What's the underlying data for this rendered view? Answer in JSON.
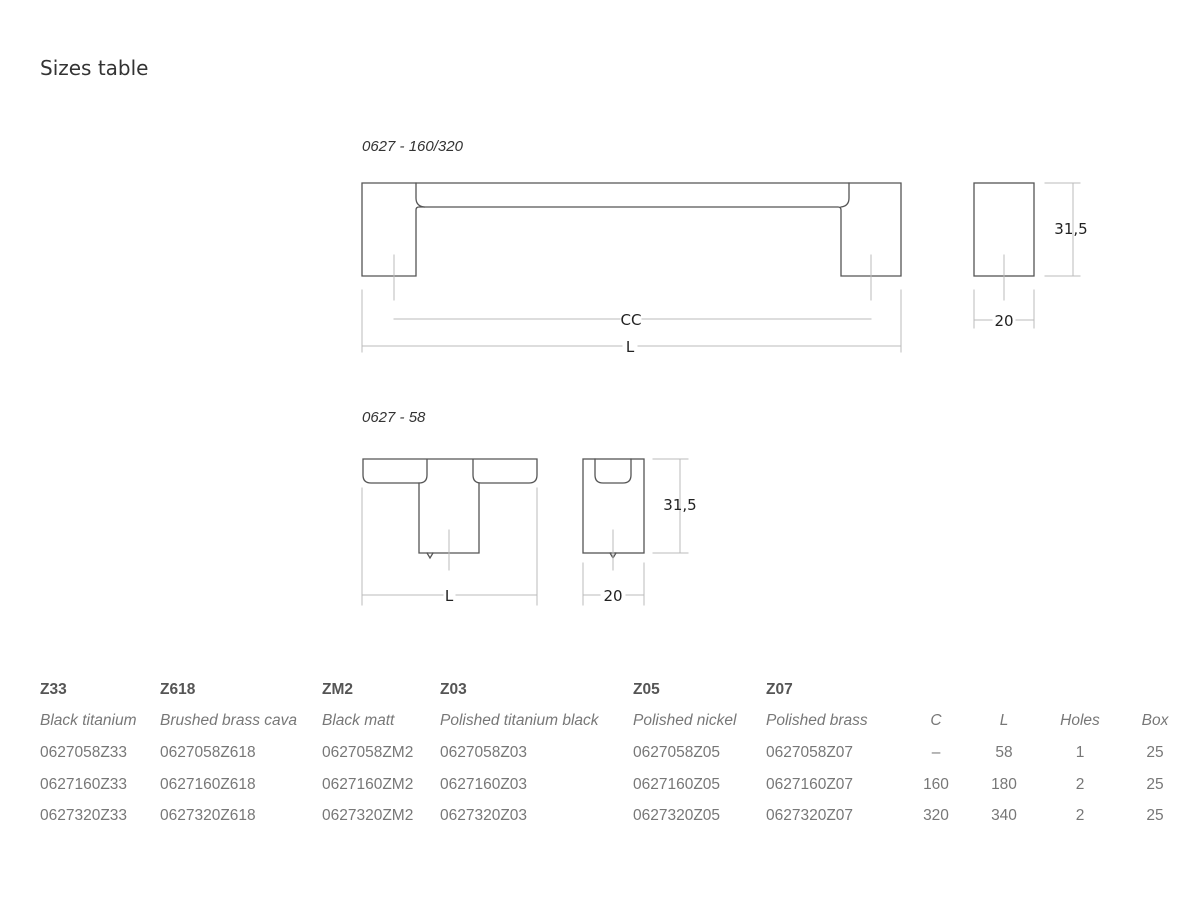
{
  "title": "Sizes table",
  "drawings": {
    "large": {
      "caption": "0627 - 160/320",
      "cc_label": "CC",
      "l_label": "L",
      "height_label": "31,5",
      "width_label": "20"
    },
    "small": {
      "caption": "0627 - 58",
      "l_label": "L",
      "height_label": "31,5",
      "width_label": "20"
    }
  },
  "table": {
    "finish_codes": [
      "Z33",
      "Z618",
      "ZM2",
      "Z03",
      "Z05",
      "Z07"
    ],
    "headers": [
      "Black titanium",
      "Brushed brass cava",
      "Black matt",
      "Polished titanium black",
      "Polished nickel",
      "Polished brass",
      "C",
      "L",
      "Holes",
      "Box"
    ],
    "rows": [
      [
        "0627058Z33",
        "0627058Z618",
        "0627058ZM2",
        "0627058Z03",
        "0627058Z05",
        "0627058Z07",
        "–",
        "58",
        "1",
        "25"
      ],
      [
        "0627160Z33",
        "0627160Z618",
        "0627160ZM2",
        "0627160Z03",
        "0627160Z05",
        "0627160Z07",
        "160",
        "180",
        "2",
        "25"
      ],
      [
        "0627320Z33",
        "0627320Z618",
        "0627320ZM2",
        "0627320Z03",
        "0627320Z05",
        "0627320Z07",
        "320",
        "340",
        "2",
        "25"
      ]
    ]
  }
}
